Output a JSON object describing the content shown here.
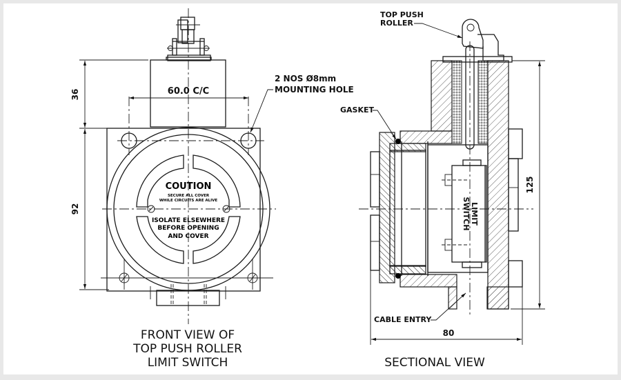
{
  "drawing": {
    "front_view": {
      "caption_lines": [
        "FRONT VIEW OF",
        "TOP PUSH ROLLER",
        "LIMIT SWITCH"
      ],
      "dimension_center_to_center": "60.0 C/C",
      "dimension_top_height": "36",
      "dimension_body_height": "92",
      "mounting_hole_note_lines": [
        "2 NOS Ø8mm",
        "MOUNTING HOLE"
      ],
      "cover_warning": {
        "title": "COUTION",
        "sub_lines": [
          "SECURE ALL COVER",
          "WHILE CIRCUITS ARE ALIVE"
        ],
        "lower_lines": [
          "ISOLATE ELSEWHERE",
          "BEFORE OPENING",
          "AND COVER"
        ]
      }
    },
    "sectional_view": {
      "caption": "SECTIONAL VIEW",
      "label_top_push_roller_lines": [
        "TOP PUSH",
        "ROLLER"
      ],
      "label_gasket": "GASKET",
      "label_cable_entry": "CABLE ENTRY",
      "label_limit_switch_lines": [
        "LIMIT",
        "SWITCH"
      ],
      "dimension_height": "125",
      "dimension_width": "80"
    }
  }
}
